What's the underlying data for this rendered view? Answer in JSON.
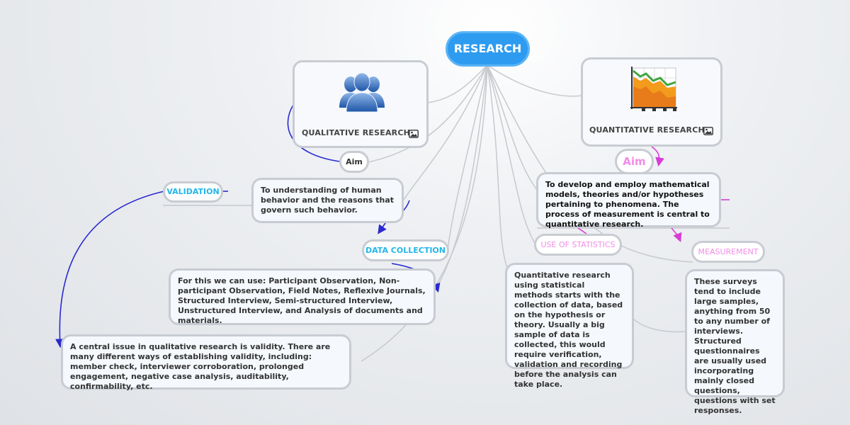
{
  "root": {
    "label": "RESEARCH"
  },
  "qualitative": {
    "title": "QUALITATIVE RESEARCH",
    "aim_label": "Aim",
    "aim_text": "To understanding of human behavior and the reasons that govern such behavior.",
    "data_collection_label": "DATA COLLECTION",
    "data_collection_text": "For this we can use: Participant Observation, Non-participant Observation, Field Notes, Reflexive Journals, Structured Interview, Semi-structured Interview, Unstructured Interview, and Analysis of documents and materials.",
    "validation_label": "VALIDATION",
    "validation_text": "A central issue in qualitative research is validity. There are many different ways of establishing validity, including: member check, interviewer corroboration, prolonged engagement, negative case analysis, auditability, confirmability, etc."
  },
  "quantitative": {
    "title": "QUANTITATIVE RESEARCH",
    "aim_label": "Aim",
    "aim_text": "To develop and employ mathematical models, theories and/or hypotheses pertaining to phenomena. The process of measurement is central to quantitative research.",
    "statistics_label": "USE OF STATISTICS",
    "statistics_text": "Quantitative research using statistical methods starts with the collection of data, based on the hypothesis or theory. Usually a big sample of data is collected, this would require verification, validation and recording before the analysis can take place.",
    "measurement_label": "MEASUREMENT",
    "measurement_text": "These surveys tend to include large samples, anything from 50 to any number of interviews. Structured questionnaires are usually used incorporating mainly closed questions, questions with set responses."
  },
  "icons": {
    "people": "people-group-icon",
    "chart": "area-chart-icon",
    "image": "image-icon"
  },
  "colors": {
    "root_fill": "#2d9bf0",
    "qualitative_link": "#2a2ad0",
    "quantitative_link": "#d63cd6",
    "cyan_label": "#23b5e8",
    "pink_label": "#f28ce8",
    "branch_line": "#c6c9ce"
  }
}
